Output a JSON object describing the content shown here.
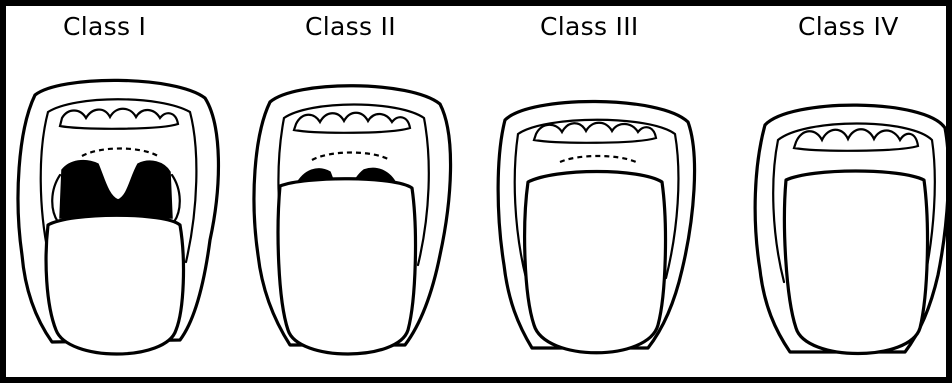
{
  "classes": [
    {
      "label": "Class I"
    },
    {
      "label": "Class II"
    },
    {
      "label": "Class III"
    },
    {
      "label": "Class IV"
    }
  ]
}
